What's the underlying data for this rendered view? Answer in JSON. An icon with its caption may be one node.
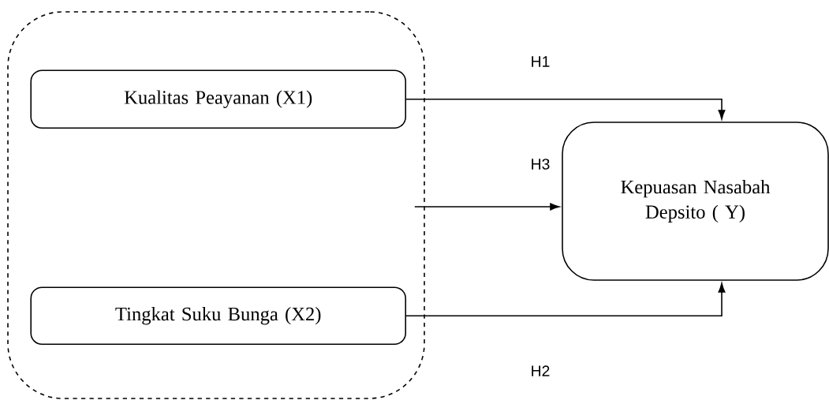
{
  "diagram": {
    "nodes": [
      {
        "text": [],
        "shape": "box"
      },
      {
        "text": [
          "Kualitas Peayanan (X1)"
        ],
        "in": 0
      },
      {
        "text": [
          "Tingkat Suku Bunga (X2)"
        ],
        "in": 0
      },
      {
        "text": [
          "Kepuasan Nasabah Depsito ( Y)"
        ]
      }
    ],
    "edges": [
      {
        "from": 1,
        "to": 3,
        "arrow": "to",
        "label": "H1"
      },
      {
        "from": 0,
        "to": 3,
        "arrow": "to",
        "label": "H3"
      },
      {
        "from": 2,
        "to": 3,
        "arrow": "to",
        "label": "H2"
      }
    ]
  }
}
